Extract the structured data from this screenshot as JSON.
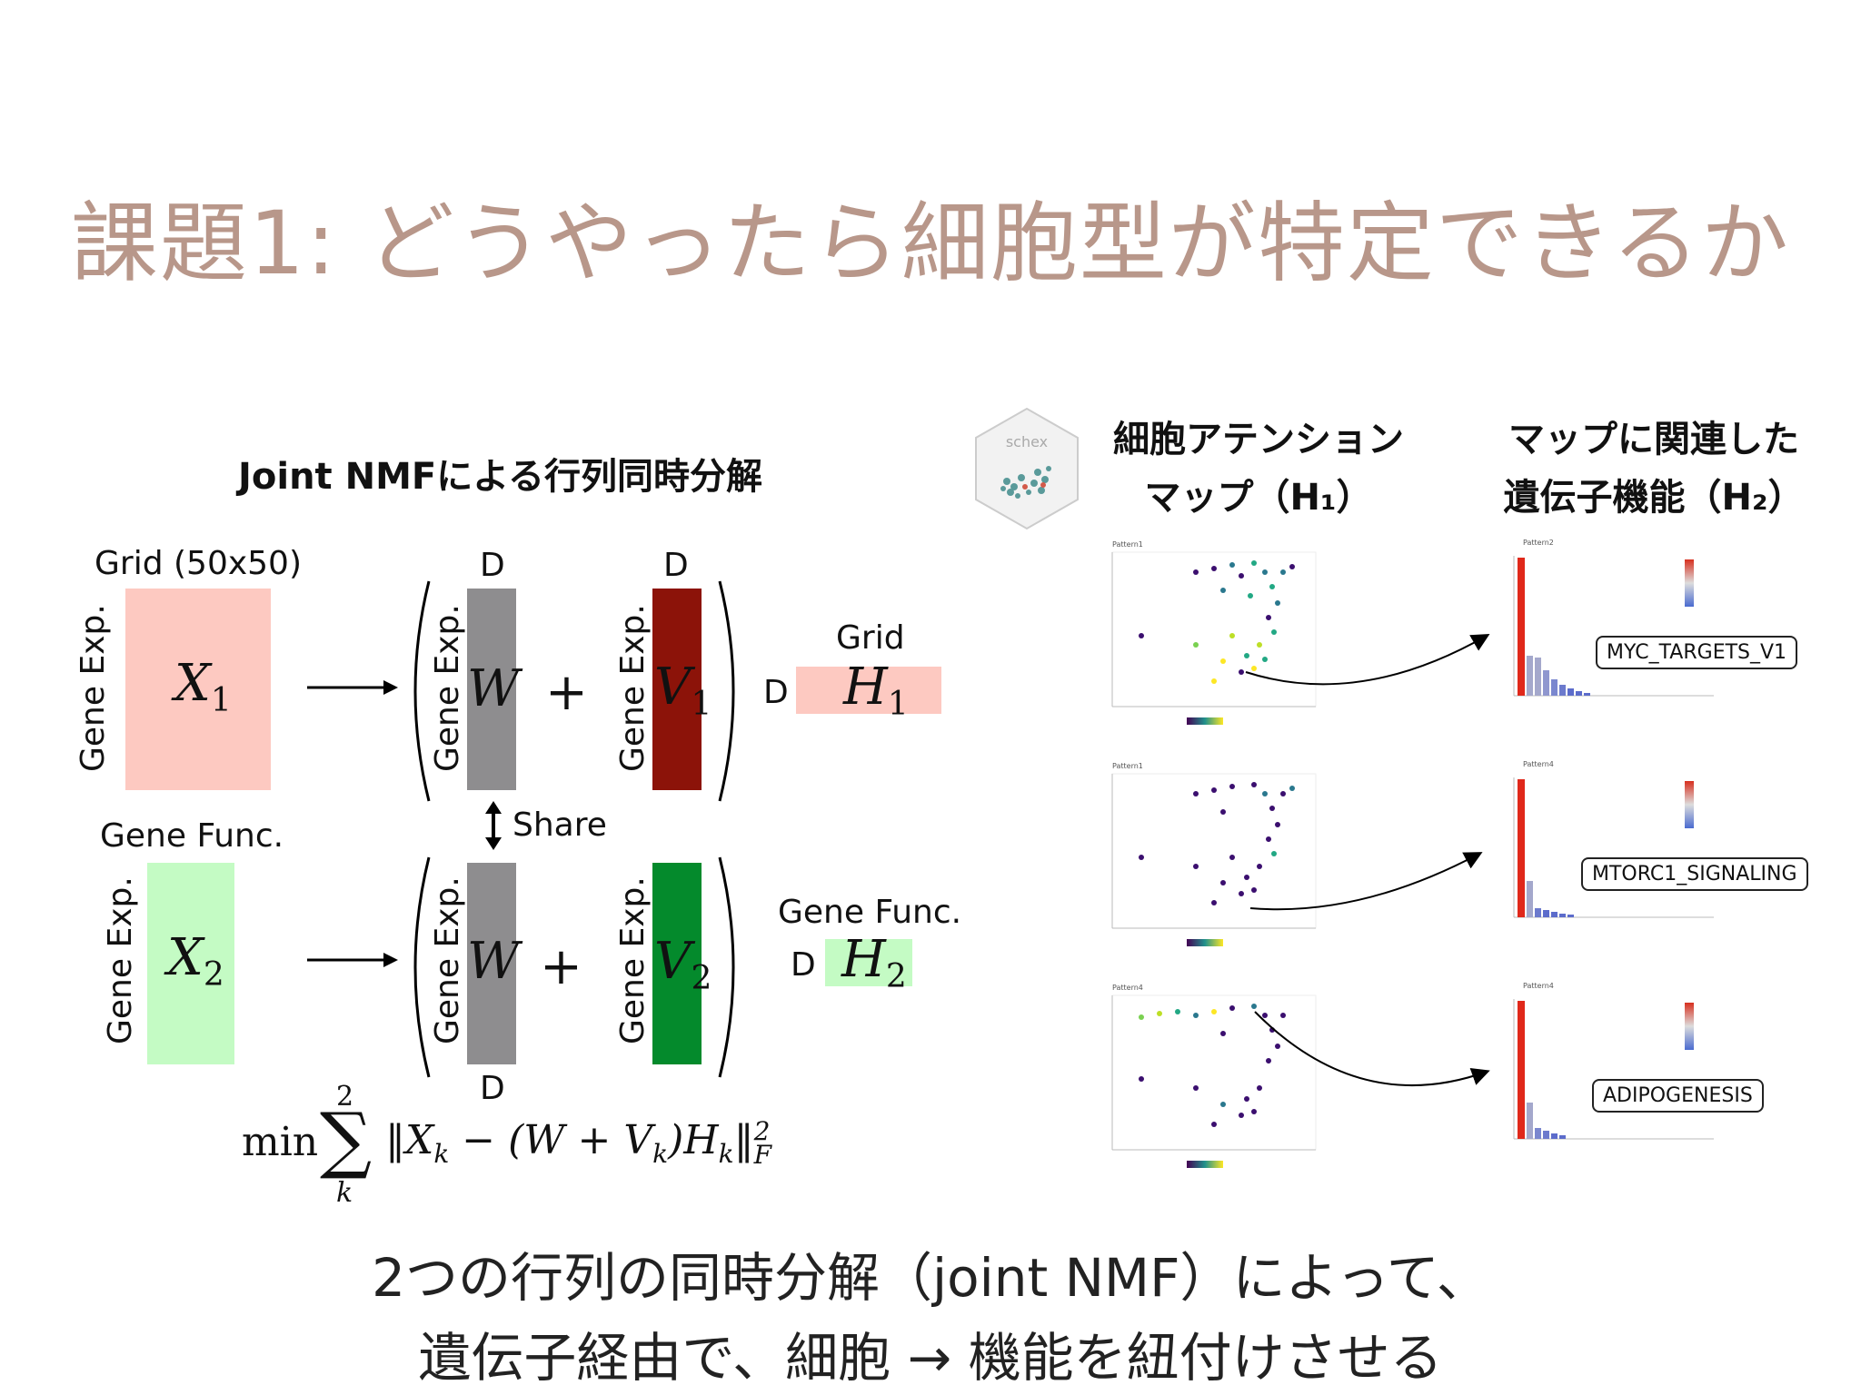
{
  "title": "課題1: どうやったら細胞型が特定できるか",
  "left": {
    "subtitle": "Joint NMFによる行列同時分解",
    "grid_label": "Grid (50x50)",
    "gene_exp": "Gene Exp.",
    "gene_func": "Gene Func.",
    "d": "D",
    "grid": "Grid",
    "share": "Share",
    "x1": "X",
    "x1_sub": "1",
    "x2": "X",
    "x2_sub": "2",
    "w": "W",
    "v1": "V",
    "v1_sub": "1",
    "v2": "V",
    "v2_sub": "2",
    "h1": "H",
    "h1_sub": "1",
    "h2": "H",
    "h2_sub": "2",
    "plus": "+",
    "formula_min": "min",
    "formula_sum_top": "2",
    "formula_sum_bottom": "k",
    "formula_body": "‖X",
    "formula_k": "k",
    "formula_mid": " − (W + V",
    "formula_mid2": ")H",
    "formula_end": "‖",
    "formula_sup": "2",
    "formula_subF": "F",
    "colors": {
      "x1": "#fdc9c1",
      "x2": "#c4fbc4",
      "w": "#8e8d8f",
      "v1": "#8c1309",
      "v2": "#048a2c",
      "h1": "#fdc9c1",
      "h2": "#c4fbc4"
    }
  },
  "right": {
    "logo_text": "schex",
    "col1_title_line1": "細胞アテンション",
    "col1_title_line2": "マップ（H₁）",
    "col2_title_line1": "マップに関連した",
    "col2_title_line2": "遺伝子機能（H₂）",
    "panels": [
      {
        "map_title": "Pattern1",
        "bar_title": "Pattern2",
        "callout": "MYC_TARGETS_V1"
      },
      {
        "map_title": "Pattern1",
        "bar_title": "Pattern4",
        "callout": "MTORC1_SIGNALING"
      },
      {
        "map_title": "Pattern4",
        "bar_title": "Pattern4",
        "callout": "ADIPOGENESIS"
      }
    ]
  },
  "bottom": {
    "line1": "2つの行列の同時分解（joint NMF）によって、",
    "line2": "遺伝子経由で、細胞 → 機能を紐付けさせる"
  }
}
